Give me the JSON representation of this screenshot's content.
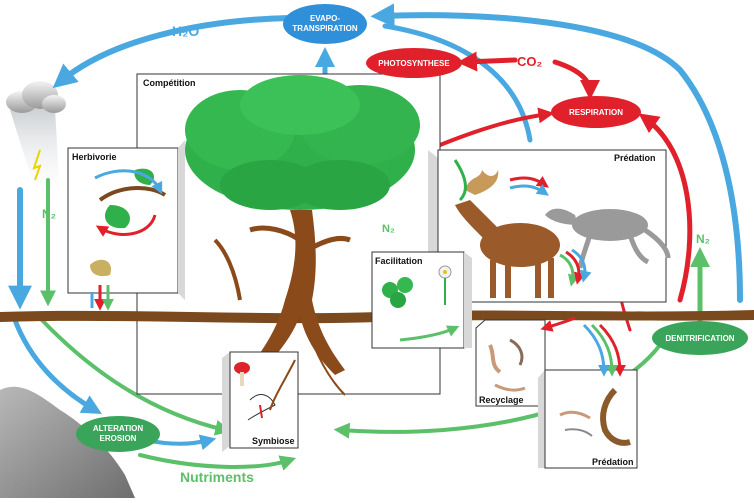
{
  "labels": {
    "h2o": "H₂O",
    "evapo_line1": "EVAPO-",
    "evapo_line2": "TRANSPIRATION",
    "photosynthese": "PHOTOSYNTHESE",
    "co2": "CO₂",
    "respiration": "RESPIRATION",
    "competition": "Compétition",
    "herbivorie": "Herbivorie",
    "predation_top": "Prédation",
    "facilitation": "Facilitation",
    "recyclage": "Recyclage",
    "predation_bottom": "Prédation",
    "symbiose": "Symbiose",
    "alteration_line1": "ALTERATION",
    "alteration_line2": "EROSION",
    "nutriments": "Nutriments",
    "denitrification": "DENITRIFICATION",
    "n2_left": "N₂",
    "n2_mid": "N₂",
    "n2_right": "N₂"
  },
  "colors": {
    "water_blue": "#4aa8e0",
    "carbon_red": "#e0202a",
    "nitrogen_green": "#5cc06a",
    "pill_blue": "#2f8fd8",
    "pill_red": "#e0202a",
    "pill_green": "#3aa55a",
    "tree_green": "#2fb04a",
    "trunk_brown": "#8a4a1a",
    "soil_brown": "#7a4a1e"
  }
}
